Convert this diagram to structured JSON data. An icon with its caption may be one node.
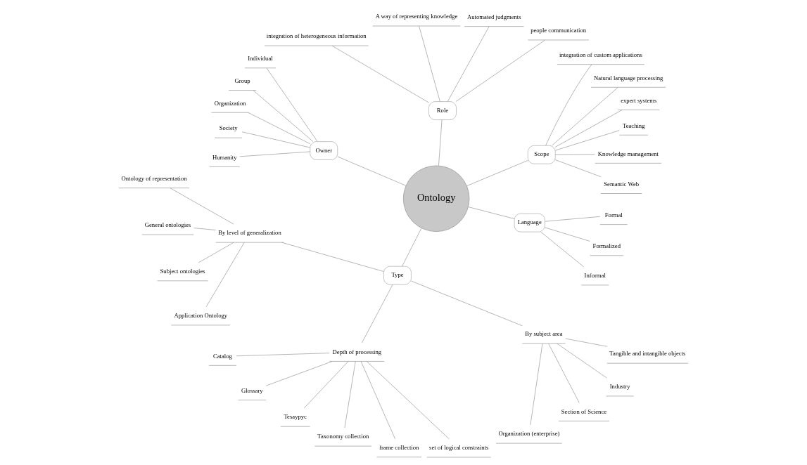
{
  "diagram": {
    "nodes": [
      {
        "text": [
          "Ontology"
        ]
      },
      {
        "text": [
          "Scope"
        ]
      },
      {
        "text": [
          "Semantic Web"
        ]
      },
      {
        "text": [
          "Knowledge management"
        ]
      },
      {
        "text": [
          "Teaching"
        ]
      },
      {
        "text": [
          "expert systems"
        ]
      },
      {
        "text": [
          "Natural language processing"
        ]
      },
      {
        "text": [
          "integration of custom applications"
        ]
      },
      {
        "text": [
          "Role"
        ]
      },
      {
        "text": [
          "people communication"
        ]
      },
      {
        "text": [
          "Automated judgments"
        ]
      },
      {
        "text": [
          "A way of representing knowledge"
        ]
      },
      {
        "text": [
          "integration of heterogeneous information"
        ]
      },
      {
        "text": [
          "Owner"
        ]
      },
      {
        "text": [
          "Individual"
        ]
      },
      {
        "text": [
          "Group"
        ]
      },
      {
        "text": [
          "Organization"
        ]
      },
      {
        "text": [
          "Society"
        ]
      },
      {
        "text": [
          "Humanity"
        ]
      },
      {
        "text": [
          "Type"
        ]
      },
      {
        "text": [
          "By level of generalization"
        ]
      },
      {
        "text": [
          "Ontology of representation"
        ]
      },
      {
        "text": [
          "General ontologies"
        ]
      },
      {
        "text": [
          "Subject ontologies"
        ]
      },
      {
        "text": [
          "Application Ontology"
        ]
      },
      {
        "text": [
          "Depth of processing"
        ]
      },
      {
        "text": [
          "Catalog"
        ]
      },
      {
        "text": [
          "Glossary"
        ]
      },
      {
        "text": [
          "Tesaypyc"
        ]
      },
      {
        "text": [
          "Taxonomy collection"
        ]
      },
      {
        "text": [
          "frame collection"
        ]
      },
      {
        "text": [
          "set of logical constraints"
        ]
      },
      {
        "text": [
          "By subject area"
        ]
      },
      {
        "text": [
          "Organization (enterprise)"
        ]
      },
      {
        "text": [
          "Section of Science"
        ]
      },
      {
        "text": [
          "Industry"
        ]
      },
      {
        "text": [
          "Tangible and intangible objects"
        ]
      },
      {
        "text": [
          "Language"
        ]
      },
      {
        "text": [
          "Informal"
        ]
      },
      {
        "text": [
          "Formalized"
        ]
      },
      {
        "text": [
          "Formal"
        ]
      }
    ],
    "edges": [
      {
        "from": 0,
        "to": 1,
        "arrow": "none"
      },
      {
        "from": 1,
        "to": 2,
        "arrow": "none"
      },
      {
        "from": 1,
        "to": 3,
        "arrow": "none"
      },
      {
        "from": 1,
        "to": 4,
        "arrow": "none"
      },
      {
        "from": 1,
        "to": 5,
        "arrow": "none"
      },
      {
        "from": 1,
        "to": 6,
        "arrow": "none"
      },
      {
        "from": 1,
        "to": 7,
        "arrow": "none"
      },
      {
        "from": 0,
        "to": 8,
        "arrow": "none"
      },
      {
        "from": 8,
        "to": 9,
        "arrow": "none"
      },
      {
        "from": 8,
        "to": 10,
        "arrow": "none"
      },
      {
        "from": 8,
        "to": 11,
        "arrow": "none"
      },
      {
        "from": 8,
        "to": 12,
        "arrow": "none"
      },
      {
        "from": 0,
        "to": 13,
        "arrow": "none"
      },
      {
        "from": 13,
        "to": 14,
        "arrow": "none"
      },
      {
        "from": 13,
        "to": 15,
        "arrow": "none"
      },
      {
        "from": 13,
        "to": 16,
        "arrow": "none"
      },
      {
        "from": 13,
        "to": 17,
        "arrow": "none"
      },
      {
        "from": 13,
        "to": 18,
        "arrow": "none"
      },
      {
        "from": 0,
        "to": 19,
        "arrow": "none"
      },
      {
        "from": 19,
        "to": 20,
        "arrow": "none"
      },
      {
        "from": 20,
        "to": 21,
        "arrow": "none"
      },
      {
        "from": 20,
        "to": 22,
        "arrow": "none"
      },
      {
        "from": 20,
        "to": 23,
        "arrow": "none"
      },
      {
        "from": 20,
        "to": 24,
        "arrow": "none"
      },
      {
        "from": 19,
        "to": 25,
        "arrow": "none"
      },
      {
        "from": 25,
        "to": 26,
        "arrow": "none"
      },
      {
        "from": 25,
        "to": 27,
        "arrow": "none"
      },
      {
        "from": 25,
        "to": 28,
        "arrow": "none"
      },
      {
        "from": 25,
        "to": 29,
        "arrow": "none"
      },
      {
        "from": 25,
        "to": 30,
        "arrow": "none"
      },
      {
        "from": 25,
        "to": 31,
        "arrow": "none"
      },
      {
        "from": 19,
        "to": 32,
        "arrow": "none"
      },
      {
        "from": 32,
        "to": 33,
        "arrow": "none"
      },
      {
        "from": 32,
        "to": 34,
        "arrow": "none"
      },
      {
        "from": 32,
        "to": 35,
        "arrow": "none"
      },
      {
        "from": 32,
        "to": 36,
        "arrow": "none"
      },
      {
        "from": 0,
        "to": 37,
        "arrow": "none"
      },
      {
        "from": 37,
        "to": 38,
        "arrow": "none"
      },
      {
        "from": 37,
        "to": 39,
        "arrow": "none"
      },
      {
        "from": 37,
        "to": 40,
        "arrow": "none"
      }
    ]
  }
}
